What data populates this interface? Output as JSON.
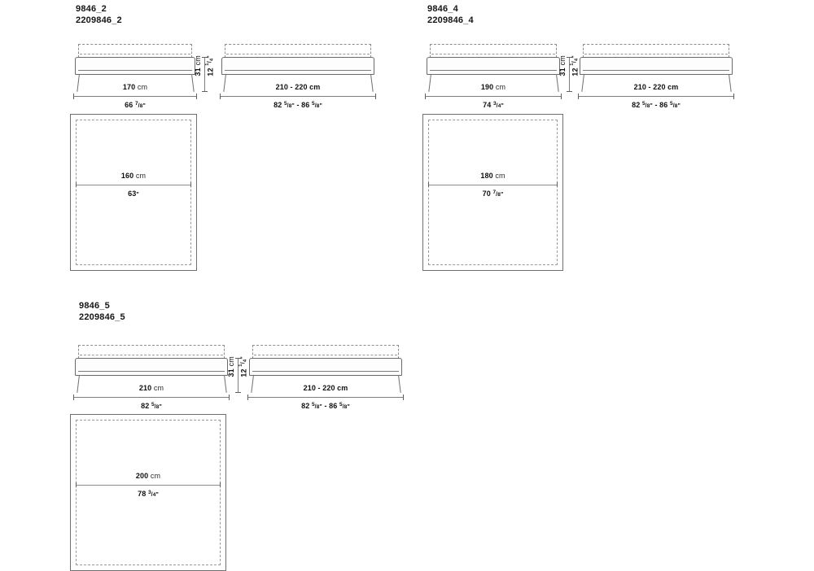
{
  "document": {
    "type": "furniture-technical-drawing",
    "units_primary": "cm",
    "units_secondary": "inch"
  },
  "panels": [
    {
      "id": "panel-9846-2",
      "codes": [
        "9846_2",
        "2209846_2"
      ],
      "elevation_left": {
        "width_cm": "170 cm",
        "width_cm_value": "170",
        "width_in": "66 7/8\"",
        "width_in_whole": "66",
        "width_in_num": "7",
        "width_in_den": "8"
      },
      "elevation_right": {
        "width_cm": "210 - 220 cm",
        "width_in": "82 5/8\" - 86 5/8\"",
        "width_in_a_whole": "82",
        "width_in_a_num": "5",
        "width_in_a_den": "8",
        "width_in_b_whole": "86",
        "width_in_b_num": "5",
        "width_in_b_den": "8"
      },
      "height": {
        "cm": "31 cm",
        "cm_value": "31",
        "in": "12 1/4\"",
        "in_whole": "12",
        "in_num": "1",
        "in_den": "4"
      },
      "plan": {
        "width_cm": "160 cm",
        "width_cm_value": "160",
        "width_in": "63\"",
        "width_in_whole": "63"
      }
    },
    {
      "id": "panel-9846-4",
      "codes": [
        "9846_4",
        "2209846_4"
      ],
      "elevation_left": {
        "width_cm": "190 cm",
        "width_cm_value": "190",
        "width_in": "74 3/4\"",
        "width_in_whole": "74",
        "width_in_num": "3",
        "width_in_den": "4"
      },
      "elevation_right": {
        "width_cm": "210 - 220 cm",
        "width_in": "82 5/8\" - 86 5/8\"",
        "width_in_a_whole": "82",
        "width_in_a_num": "5",
        "width_in_a_den": "8",
        "width_in_b_whole": "86",
        "width_in_b_num": "5",
        "width_in_b_den": "8"
      },
      "height": {
        "cm": "31 cm",
        "cm_value": "31",
        "in": "12 1/4\"",
        "in_whole": "12",
        "in_num": "1",
        "in_den": "4"
      },
      "plan": {
        "width_cm": "180 cm",
        "width_cm_value": "180",
        "width_in": "70 7/8\"",
        "width_in_whole": "70",
        "width_in_num": "7",
        "width_in_den": "8"
      }
    },
    {
      "id": "panel-9846-5",
      "codes": [
        "9846_5",
        "2209846_5"
      ],
      "elevation_left": {
        "width_cm": "210 cm",
        "width_cm_value": "210",
        "width_in": "82 5/8\"",
        "width_in_whole": "82",
        "width_in_num": "5",
        "width_in_den": "8"
      },
      "elevation_right": {
        "width_cm": "210 - 220 cm",
        "width_in": "82 5/8\" - 86 5/8\"",
        "width_in_a_whole": "82",
        "width_in_a_num": "5",
        "width_in_a_den": "8",
        "width_in_b_whole": "86",
        "width_in_b_num": "5",
        "width_in_b_den": "8"
      },
      "height": {
        "cm": "31 cm",
        "cm_value": "31",
        "in": "12 1/4\"",
        "in_whole": "12",
        "in_num": "1",
        "in_den": "4"
      },
      "plan": {
        "width_cm": "200 cm",
        "width_cm_value": "200",
        "width_in": "78 3/4\"",
        "width_in_whole": "78",
        "width_in_num": "3",
        "width_in_den": "4"
      }
    }
  ],
  "colors": {
    "line": "#6f6f6f",
    "dashed": "#9a9a9a",
    "text": "#101010",
    "background": "#ffffff"
  }
}
